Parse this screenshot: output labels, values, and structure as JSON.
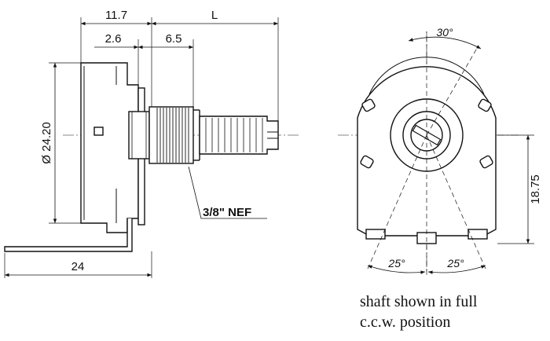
{
  "side_view": {
    "dim_11_7": "11.7",
    "dim_L": "L",
    "dim_2_6": "2.6",
    "dim_6_5": "6.5",
    "dim_diameter": "Ø 24.20",
    "dim_24": "24",
    "thread_label": "3/8\" NEF"
  },
  "front_view": {
    "angle_top": "30°",
    "angle_bottom_left": "25°",
    "angle_bottom_right": "25°",
    "dim_18_75": "18.75"
  },
  "caption": {
    "line1": "shaft shown in full",
    "line2": "c.c.w. position"
  },
  "colors": {
    "ink": "#111111",
    "body_fill": "#ffffff"
  }
}
